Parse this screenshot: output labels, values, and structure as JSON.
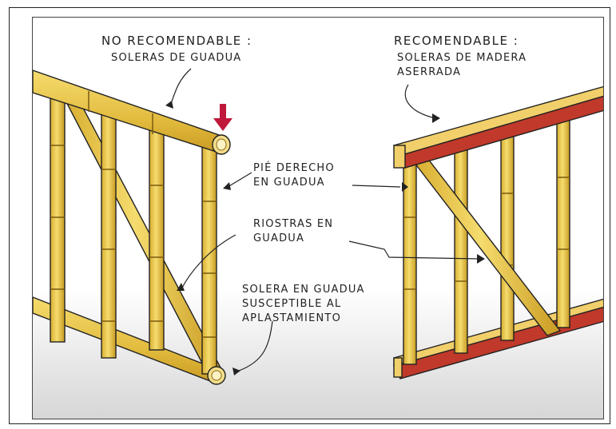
{
  "labels": {
    "not_recommended_title": "NO RECOMENDABLE :",
    "not_recommended_sub": "SOLERAS DE GUADUA",
    "recommended_title": "RECOMENDABLE :",
    "recommended_sub_1": "SOLERAS DE MADERA",
    "recommended_sub_2": "ASERRADA",
    "stud_1": "PIÉ DERECHO",
    "stud_2": "EN GUADUA",
    "brace_1": "RIOSTRAS EN",
    "brace_2": "GUADUA",
    "sill_1": "SOLERA EN GUADUA",
    "sill_2": "SUSCEPTIBLE AL",
    "sill_3": "APLASTAMIENTO"
  },
  "colors": {
    "bamboo": "#e8c64a",
    "bamboo_shade": "#c9a22c",
    "wood_top": "#f1cf6a",
    "wood_side": "#c0392b",
    "arrow": "#c0183a",
    "ink": "#222222"
  }
}
